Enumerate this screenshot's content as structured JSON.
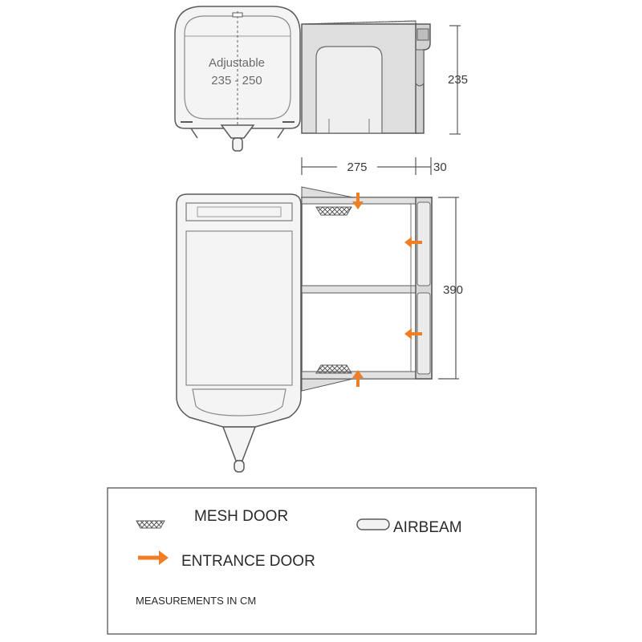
{
  "colors": {
    "outline": "#5a5a5a",
    "caravan_fill": "#f4f4f4",
    "awning_fill": "#dedede",
    "awning_inner": "#efefef",
    "accent": "#f07e26",
    "legend_border": "#6a6a6a"
  },
  "front_view": {
    "adjustable_label": "Adjustable",
    "adjustable_range": "235 - 250",
    "height_value": "235"
  },
  "dimensions": {
    "depth_value": "275",
    "beam_value": "30",
    "width_value": "390"
  },
  "legend": {
    "mesh_door": {
      "label": "MESH DOOR",
      "icon": "mesh-door-icon"
    },
    "airbeam": {
      "label": "AIRBEAM",
      "icon": "airbeam-icon"
    },
    "entrance_door": {
      "label": "ENTRANCE DOOR",
      "icon": "arrow-right-icon"
    },
    "note": "MEASUREMENTS IN CM"
  }
}
